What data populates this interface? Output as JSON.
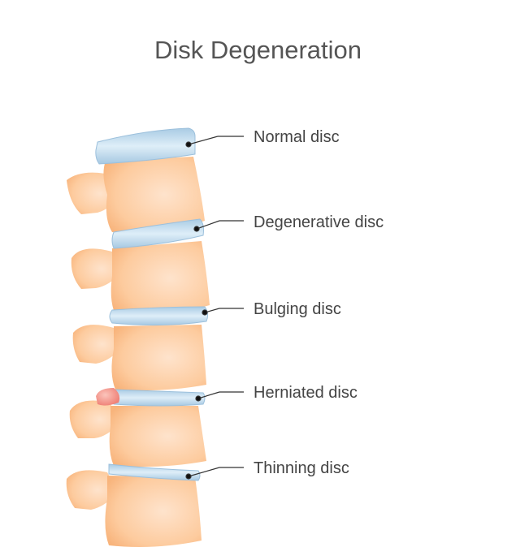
{
  "title": "Disk Degeneration",
  "labels": {
    "normal": "Normal disc",
    "degenerative": "Degenerative disc",
    "bulging": "Bulging disc",
    "herniated": "Herniated disc",
    "thinning": "Thinning disc"
  },
  "colors": {
    "bone": "#fcc99a",
    "disc": "#b9d6ea",
    "herniation": "#f08a80",
    "text": "#444444"
  }
}
